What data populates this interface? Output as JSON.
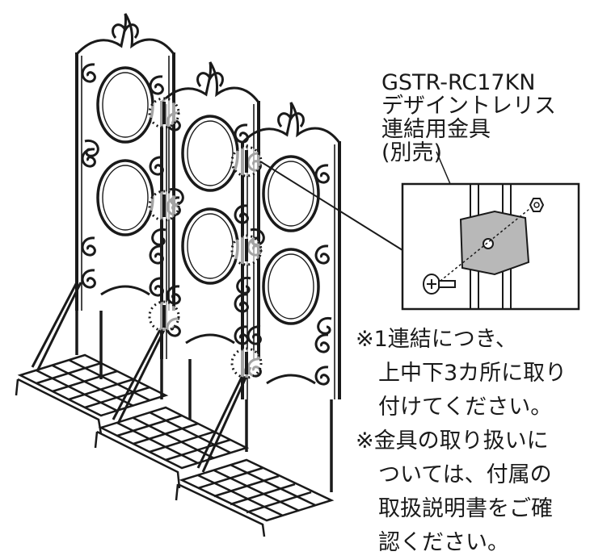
{
  "part_label": {
    "line1": "GSTR-RC17KN",
    "line2": "デザイントレリス",
    "line3": "連結用金具",
    "line4": "(別売)"
  },
  "notes": {
    "note1_line1": "※1連結につき、",
    "note1_line2": "上中下3カ所に取り",
    "note1_line3": "付けてください。",
    "note2_line1": "※金具の取り扱いに",
    "note2_line2": "ついては、付属の",
    "note2_line3": "取扱説明書をご確",
    "note2_line4": "認ください。"
  }
}
